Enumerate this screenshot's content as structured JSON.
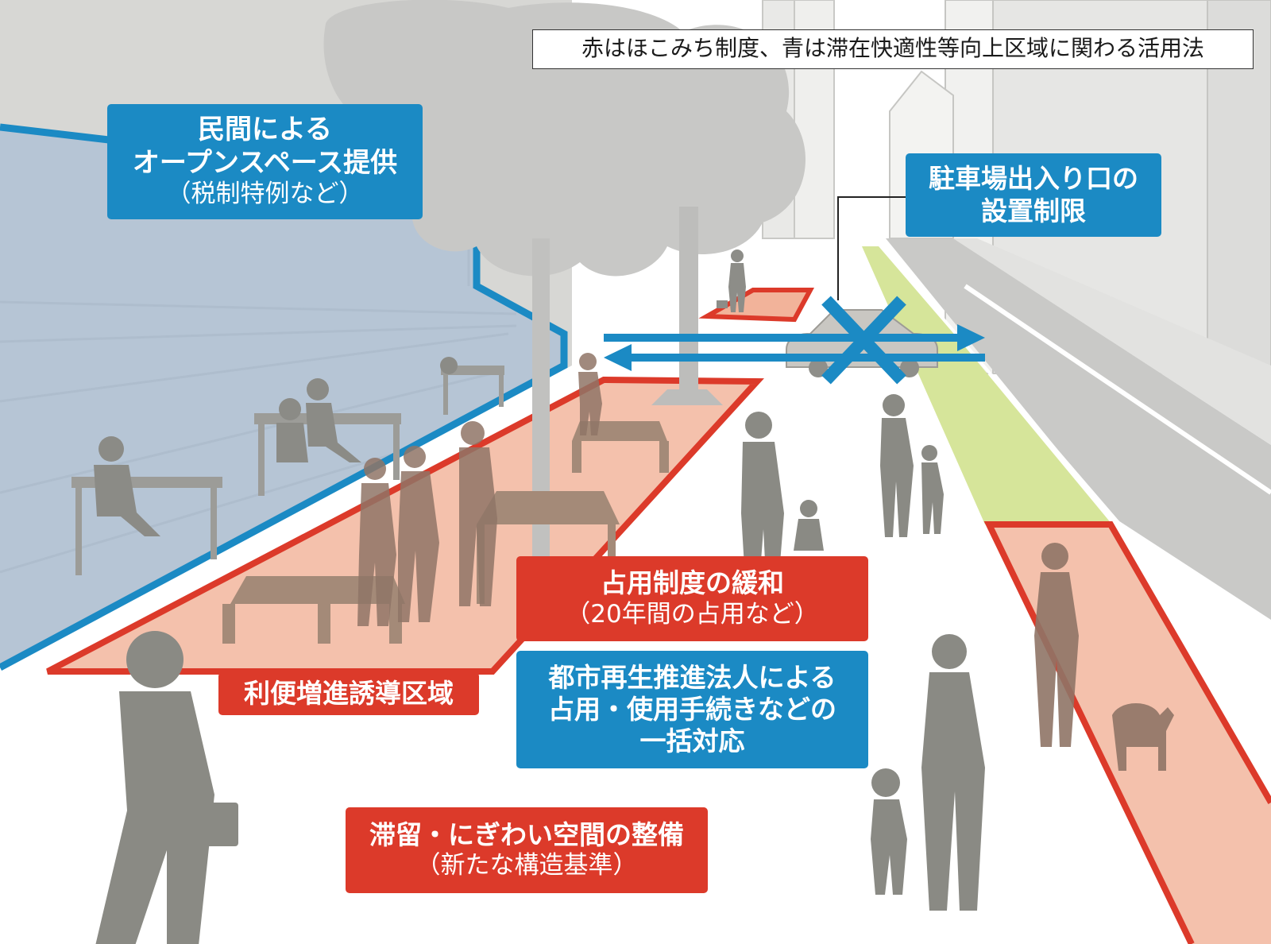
{
  "legend_note": "赤はほこみち制度、青は滞在快適性等向上区域に関わる活用法",
  "colors": {
    "red_system": "#dc3a2a",
    "blue_system": "#1b8ac4",
    "red_zone_fill": "#f2b39a",
    "blue_zone_fill": "#a9bed6",
    "bike_lane": "#d6e59a",
    "silhouette": "#8a8a84"
  },
  "labels": {
    "private_open_space": {
      "lines": [
        "民間による",
        "オープンスペース提供"
      ],
      "sub": "（税制特例など）"
    },
    "parking_entrance_limit": {
      "lines": [
        "駐車場出入り口の",
        "設置制限"
      ]
    },
    "occupancy_relaxation": {
      "lines": [
        "占用制度の緩和"
      ],
      "sub": "（20年間の占用など）"
    },
    "convenience_zone": {
      "lines": [
        "利便増進誘導区域"
      ]
    },
    "urban_regeneration_corp": {
      "lines": [
        "都市再生推進法人による",
        "占用・使用手続きなどの",
        "一括対応"
      ]
    },
    "stay_space_improvement": {
      "lines": [
        "滞留・にぎわい空間の整備"
      ],
      "sub": "（新たな構造基準）"
    }
  },
  "icons": {
    "prohibited": "cross-mark-icon",
    "traffic": "two-way-arrow-icon"
  }
}
